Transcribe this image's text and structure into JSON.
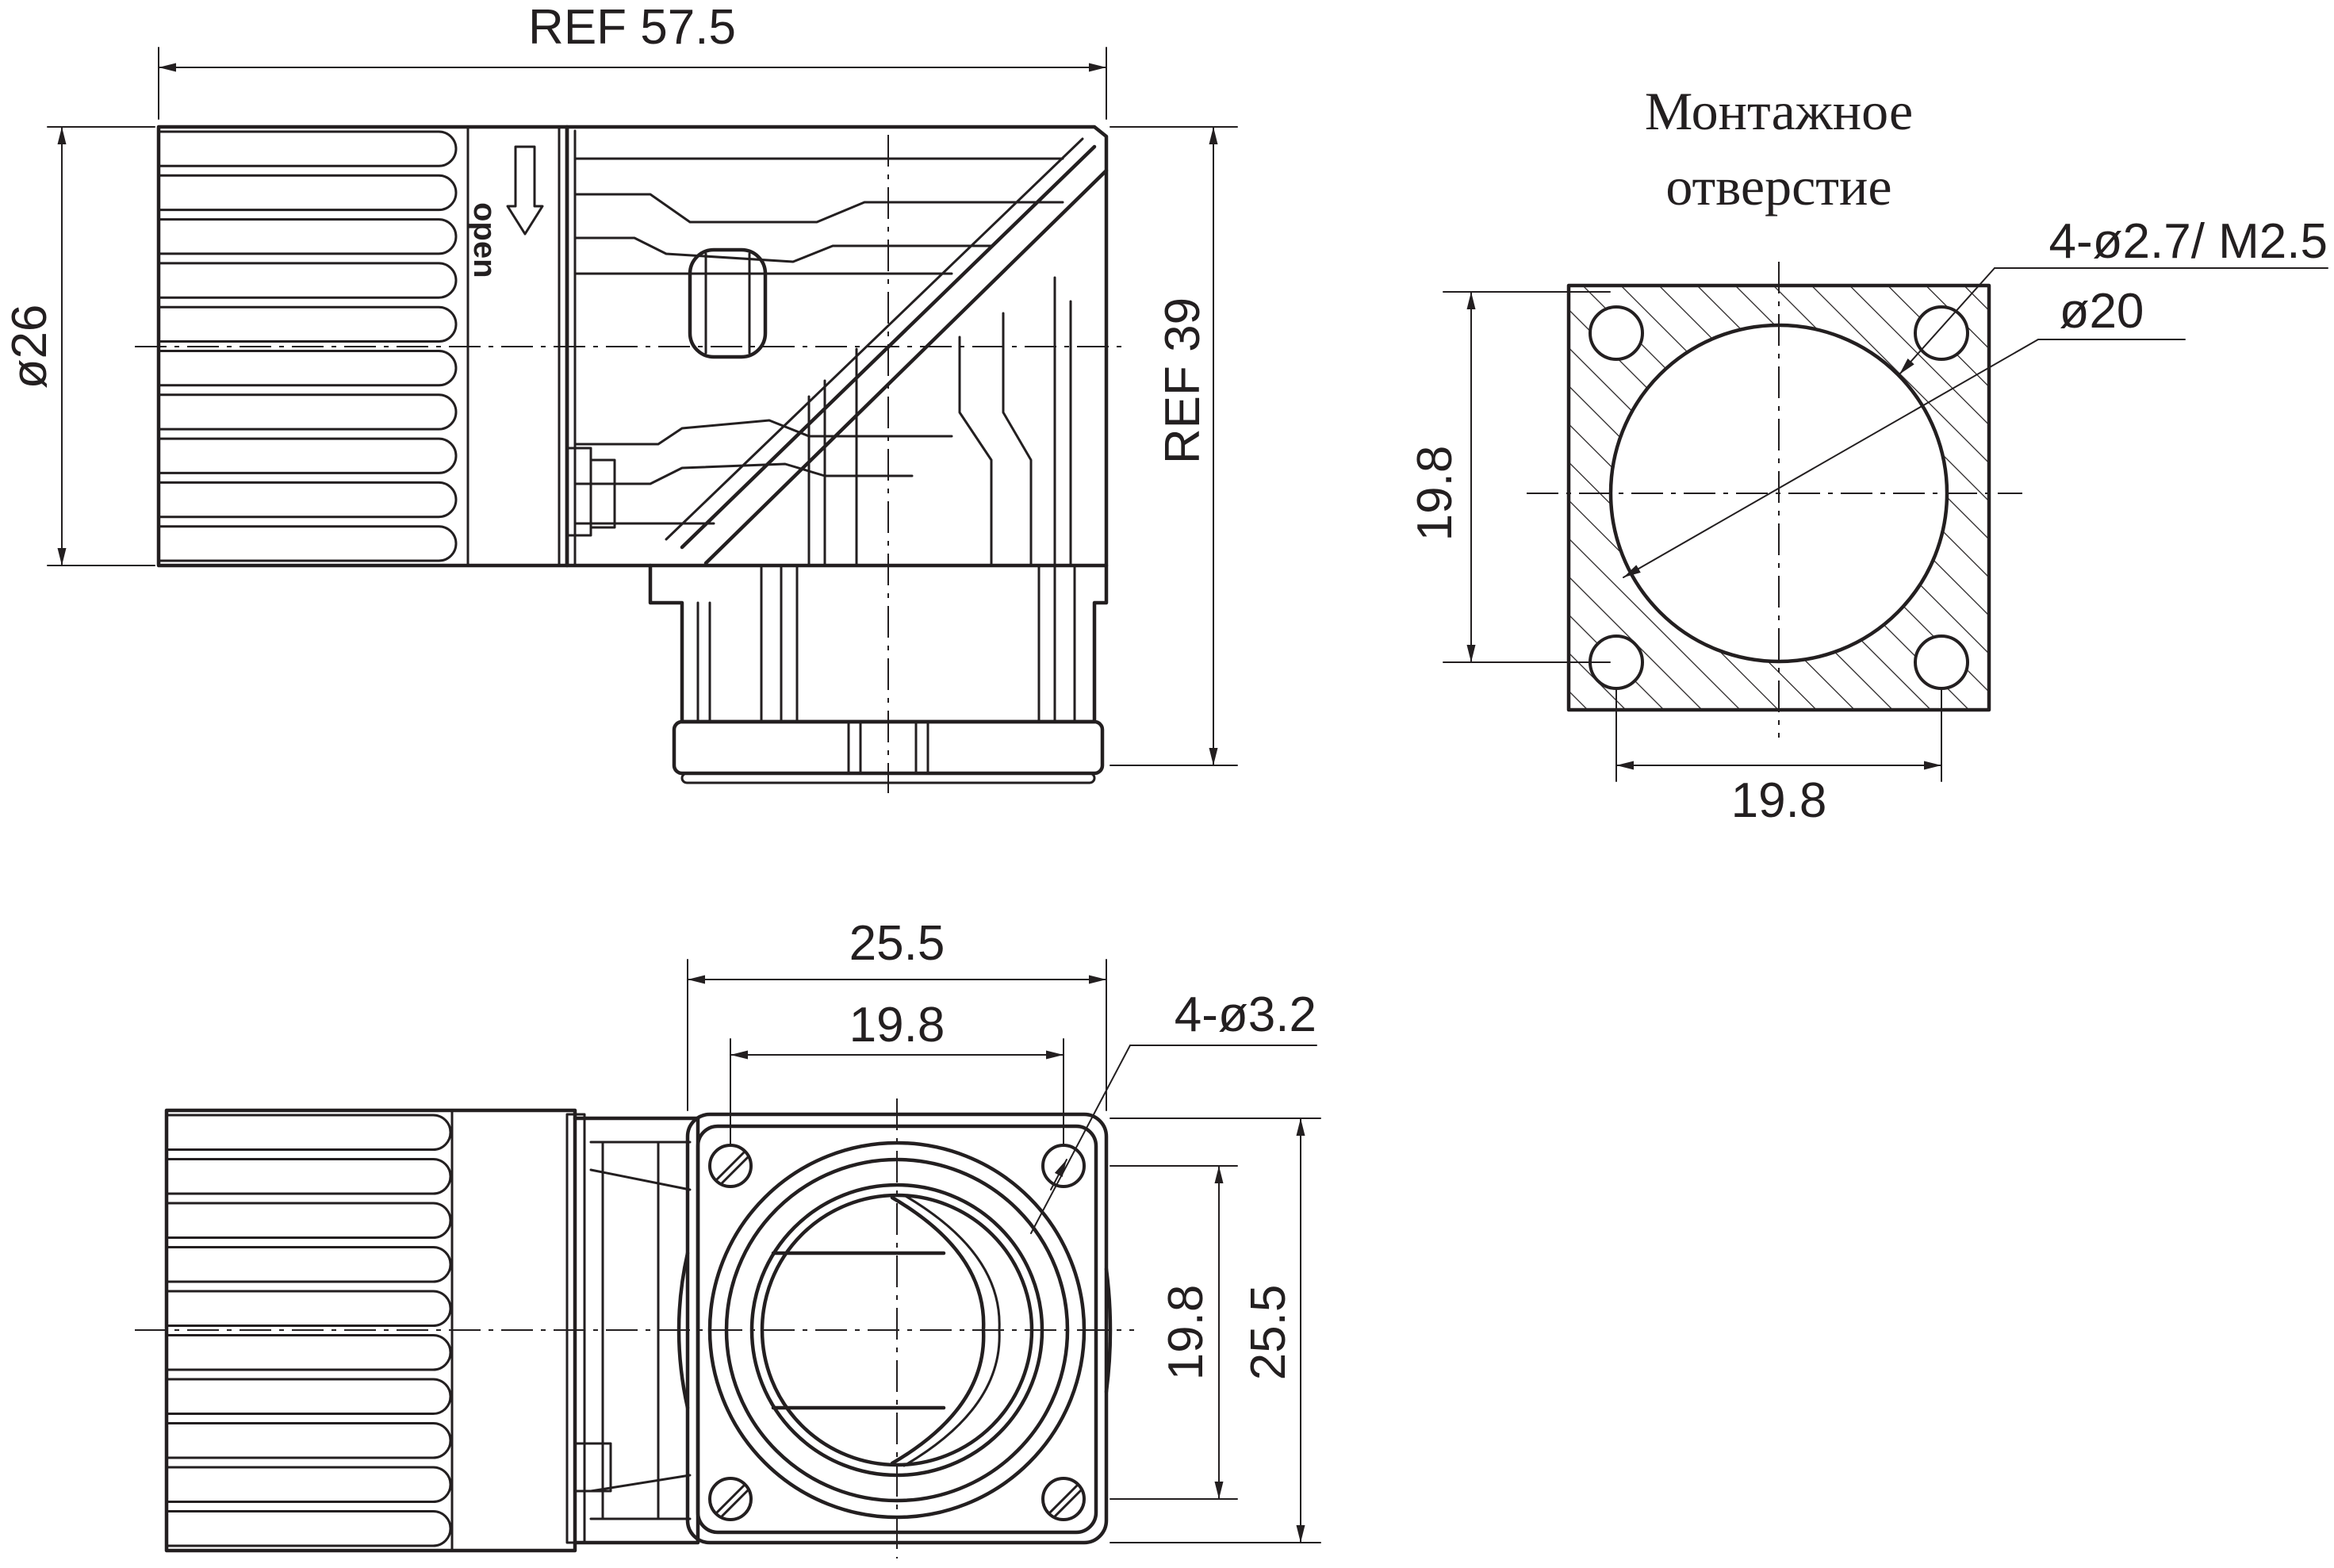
{
  "side_view": {
    "length_label": "REF 57.5",
    "diameter_label": "ø26",
    "height_label": "REF 39",
    "open_text": "open"
  },
  "mounting_hole": {
    "title_line1": "Монтажное",
    "title_line2": "отверстие",
    "holes_label": "4-ø2.7/ M2.5",
    "bore_label": "ø20",
    "vertical_pitch": "19.8",
    "horizontal_pitch": "19.8"
  },
  "front_view": {
    "flange_width": "25.5",
    "hole_pitch_width": "19.8",
    "holes_label": "4-ø3.2",
    "hole_pitch_height": "19.8",
    "flange_height": "25.5"
  }
}
